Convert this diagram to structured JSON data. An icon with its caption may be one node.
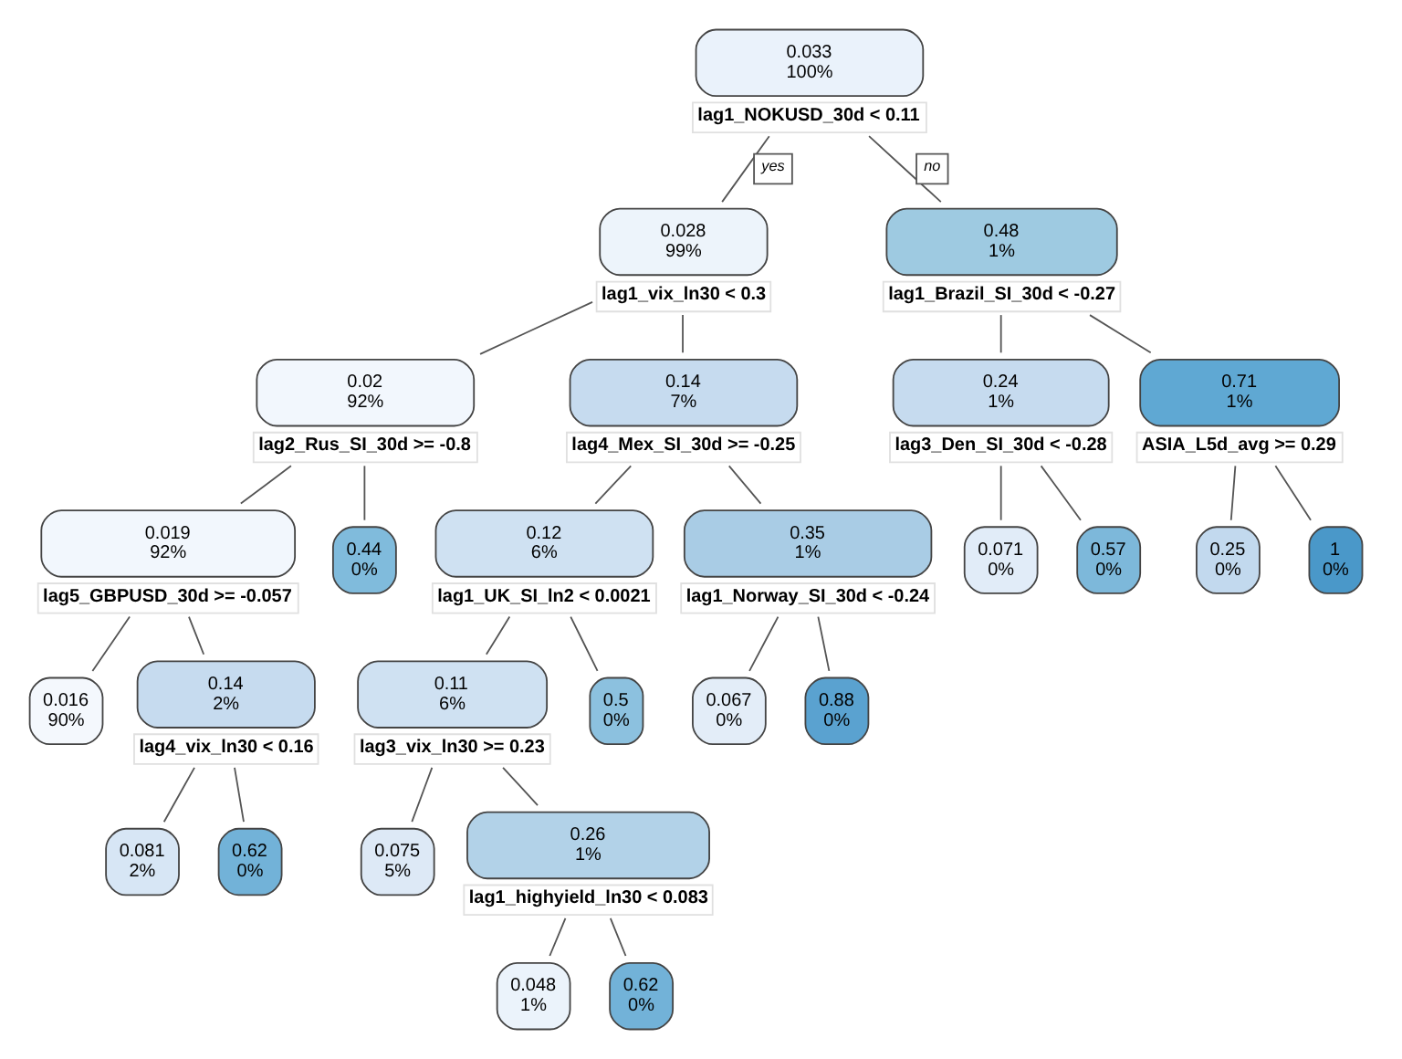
{
  "diagram": {
    "nodes": [
      {
        "text": [
          "0.033",
          "100%"
        ],
        "beside": [
          "lag1_NOKUSD_30d < 0.11"
        ]
      },
      {
        "text": [
          "0.028",
          "99%"
        ],
        "beside": [
          "lag1_vix_ln30 < 0.3"
        ]
      },
      {
        "text": [
          "0.48",
          "1%"
        ],
        "beside": [
          "lag1_Brazil_SI_30d < -0.27"
        ]
      },
      {
        "text": [
          "0.02",
          "92%"
        ],
        "beside": [
          "lag2_Rus_SI_30d >= -0.8"
        ]
      },
      {
        "text": [
          "0.14",
          "7%"
        ],
        "beside": [
          "lag4_Mex_SI_30d >= -0.25"
        ]
      },
      {
        "text": [
          "0.24",
          "1%"
        ],
        "beside": [
          "lag3_Den_SI_30d < -0.28"
        ]
      },
      {
        "text": [
          "0.71",
          "1%"
        ],
        "beside": [
          "ASIA_L5d_avg >= 0.29"
        ]
      },
      {
        "text": [
          "0.019",
          "92%"
        ],
        "beside": [
          "lag5_GBPUSD_30d >= -0.057"
        ]
      },
      {
        "text": [
          "0.44",
          "0%"
        ]
      },
      {
        "text": [
          "0.12",
          "6%"
        ],
        "beside": [
          "lag1_UK_SI_ln2 < 0.0021"
        ]
      },
      {
        "text": [
          "0.35",
          "1%"
        ],
        "beside": [
          "lag1_Norway_SI_30d < -0.24"
        ]
      },
      {
        "text": [
          "0.071",
          "0%"
        ]
      },
      {
        "text": [
          "0.57",
          "0%"
        ]
      },
      {
        "text": [
          "0.25",
          "0%"
        ]
      },
      {
        "text": [
          "1",
          "0%"
        ]
      },
      {
        "text": [
          "0.016",
          "90%"
        ]
      },
      {
        "text": [
          "0.14",
          "2%"
        ],
        "beside": [
          "lag4_vix_ln30 < 0.16"
        ]
      },
      {
        "text": [
          "0.11",
          "6%"
        ],
        "beside": [
          "lag3_vix_ln30 >= 0.23"
        ]
      },
      {
        "text": [
          "0.5",
          "0%"
        ]
      },
      {
        "text": [
          "0.067",
          "0%"
        ]
      },
      {
        "text": [
          "0.88",
          "0%"
        ]
      },
      {
        "text": [
          "0.081",
          "2%"
        ]
      },
      {
        "text": [
          "0.62",
          "0%"
        ]
      },
      {
        "text": [
          "0.075",
          "5%"
        ]
      },
      {
        "text": [
          "0.26",
          "1%"
        ],
        "beside": [
          "lag1_highyield_ln30 < 0.083"
        ]
      },
      {
        "text": [
          "0.048",
          "1%"
        ]
      },
      {
        "text": [
          "0.62",
          "0%"
        ]
      }
    ],
    "edges": [
      {
        "from": 0,
        "to": 1,
        "arrow": "none",
        "label": "yes"
      },
      {
        "from": 0,
        "to": 2,
        "arrow": "none",
        "label": "no"
      },
      {
        "from": 1,
        "to": 3,
        "arrow": "none"
      },
      {
        "from": 1,
        "to": 4,
        "arrow": "none"
      },
      {
        "from": 2,
        "to": 5,
        "arrow": "none"
      },
      {
        "from": 2,
        "to": 6,
        "arrow": "none"
      },
      {
        "from": 3,
        "to": 7,
        "arrow": "none"
      },
      {
        "from": 3,
        "to": 8,
        "arrow": "none"
      },
      {
        "from": 4,
        "to": 9,
        "arrow": "none"
      },
      {
        "from": 4,
        "to": 10,
        "arrow": "none"
      },
      {
        "from": 5,
        "to": 11,
        "arrow": "none"
      },
      {
        "from": 5,
        "to": 12,
        "arrow": "none"
      },
      {
        "from": 6,
        "to": 13,
        "arrow": "none"
      },
      {
        "from": 6,
        "to": 14,
        "arrow": "none"
      },
      {
        "from": 7,
        "to": 15,
        "arrow": "none"
      },
      {
        "from": 7,
        "to": 16,
        "arrow": "none"
      },
      {
        "from": 9,
        "to": 17,
        "arrow": "none"
      },
      {
        "from": 9,
        "to": 18,
        "arrow": "none"
      },
      {
        "from": 10,
        "to": 19,
        "arrow": "none"
      },
      {
        "from": 10,
        "to": 20,
        "arrow": "none"
      },
      {
        "from": 16,
        "to": 21,
        "arrow": "none"
      },
      {
        "from": 16,
        "to": 22,
        "arrow": "none"
      },
      {
        "from": 17,
        "to": 23,
        "arrow": "none"
      },
      {
        "from": 17,
        "to": 24,
        "arrow": "none"
      },
      {
        "from": 24,
        "to": 25,
        "arrow": "none"
      },
      {
        "from": 24,
        "to": 26,
        "arrow": "none"
      }
    ]
  }
}
